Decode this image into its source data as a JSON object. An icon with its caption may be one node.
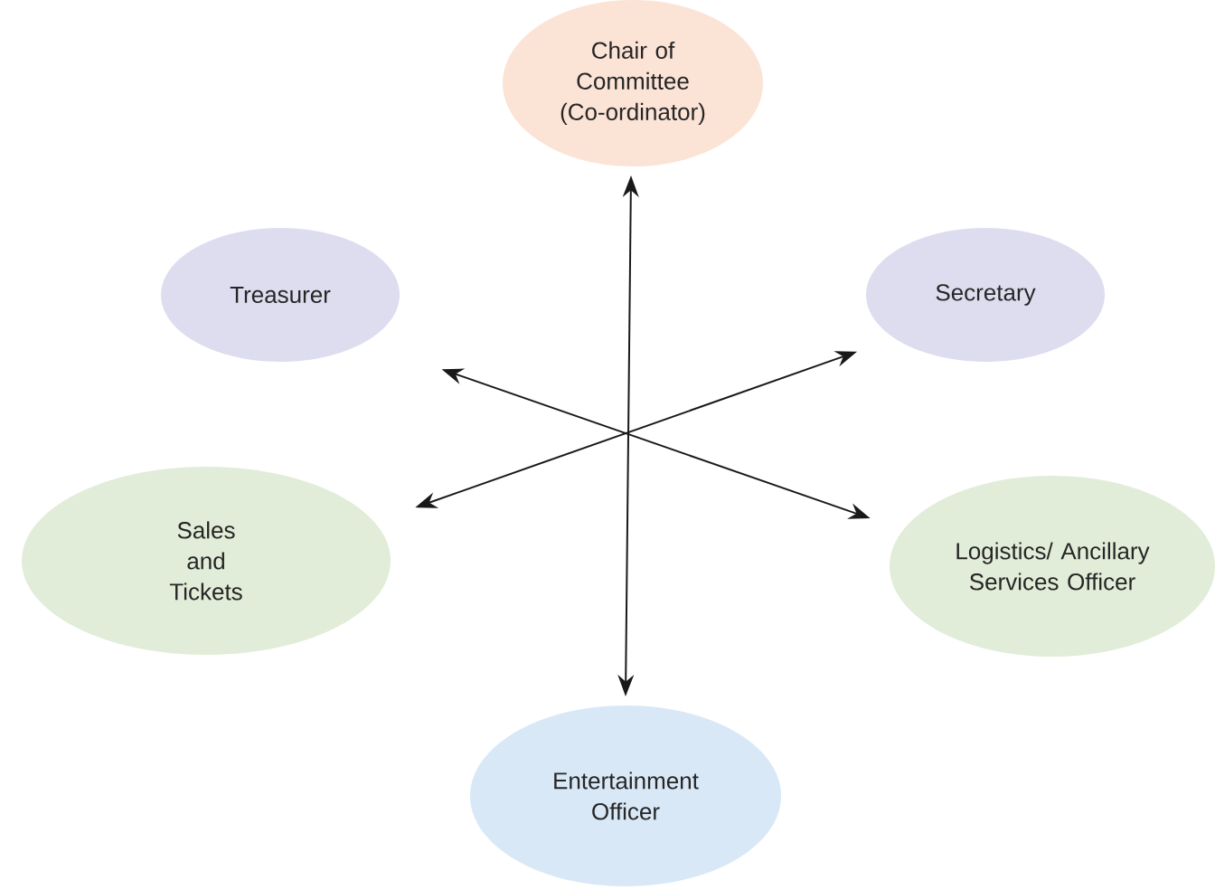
{
  "diagram": {
    "nodes": [
      {
        "text": [
          "Chair of Committee (Co-ordinator)"
        ]
      },
      {
        "text": [
          "Treasurer"
        ]
      },
      {
        "text": [
          "Secretary"
        ]
      },
      {
        "text": [
          "Sales and Tickets"
        ]
      },
      {
        "text": [
          "Logistics/ Ancillary Services Officer"
        ]
      },
      {
        "text": [
          "Entertainment Officer"
        ]
      }
    ],
    "edges": [
      {
        "from": 0,
        "to": 5,
        "arrow": "both"
      },
      {
        "from": 1,
        "to": 4,
        "arrow": "both"
      },
      {
        "from": 2,
        "to": 3,
        "arrow": "both"
      }
    ]
  }
}
